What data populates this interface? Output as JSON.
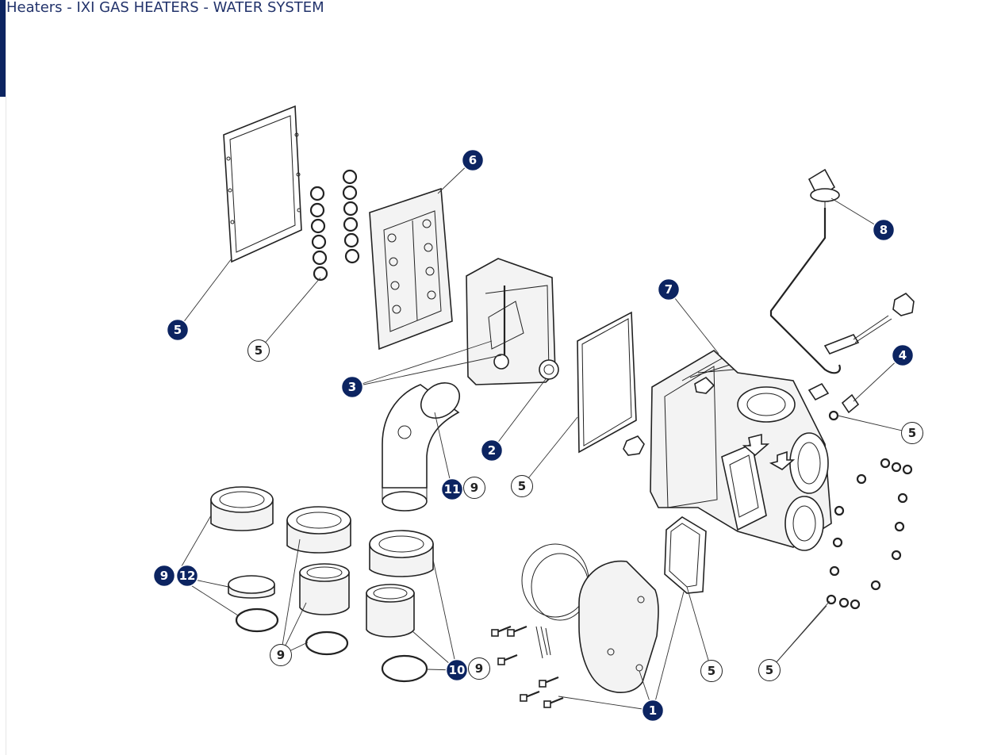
{
  "header": {
    "title": "Heaters - IXI GAS HEATERS - WATER SYSTEM"
  },
  "colors": {
    "accent": "#0c2461",
    "title_text": "#22336b",
    "line": "#222222",
    "callout_filled_text": "#ffffff",
    "callout_outline_text": "#222222"
  },
  "callouts": [
    {
      "id": "c5-gasket",
      "label": "5",
      "style": "filled"
    },
    {
      "id": "c5-orings",
      "label": "5",
      "style": "outline"
    },
    {
      "id": "c6",
      "label": "6",
      "style": "filled"
    },
    {
      "id": "c3",
      "label": "3",
      "style": "filled"
    },
    {
      "id": "c2",
      "label": "2",
      "style": "filled"
    },
    {
      "id": "c11",
      "label": "11",
      "style": "filled"
    },
    {
      "id": "c9-elbow",
      "label": "9",
      "style": "outline"
    },
    {
      "id": "c5-frame",
      "label": "5",
      "style": "outline"
    },
    {
      "id": "c7",
      "label": "7",
      "style": "filled"
    },
    {
      "id": "c8",
      "label": "8",
      "style": "filled"
    },
    {
      "id": "c4",
      "label": "4",
      "style": "filled"
    },
    {
      "id": "c5-washer",
      "label": "5",
      "style": "outline"
    },
    {
      "id": "c9-union",
      "label": "9",
      "style": "filled"
    },
    {
      "id": "c12",
      "label": "12",
      "style": "filled"
    },
    {
      "id": "c9-nuts",
      "label": "9",
      "style": "outline"
    },
    {
      "id": "c10",
      "label": "10",
      "style": "filled"
    },
    {
      "id": "c9-tail",
      "label": "9",
      "style": "outline"
    },
    {
      "id": "c1",
      "label": "1",
      "style": "filled"
    },
    {
      "id": "c5-small-gasket",
      "label": "5",
      "style": "outline"
    },
    {
      "id": "c5-small-orings",
      "label": "5",
      "style": "outline"
    }
  ]
}
